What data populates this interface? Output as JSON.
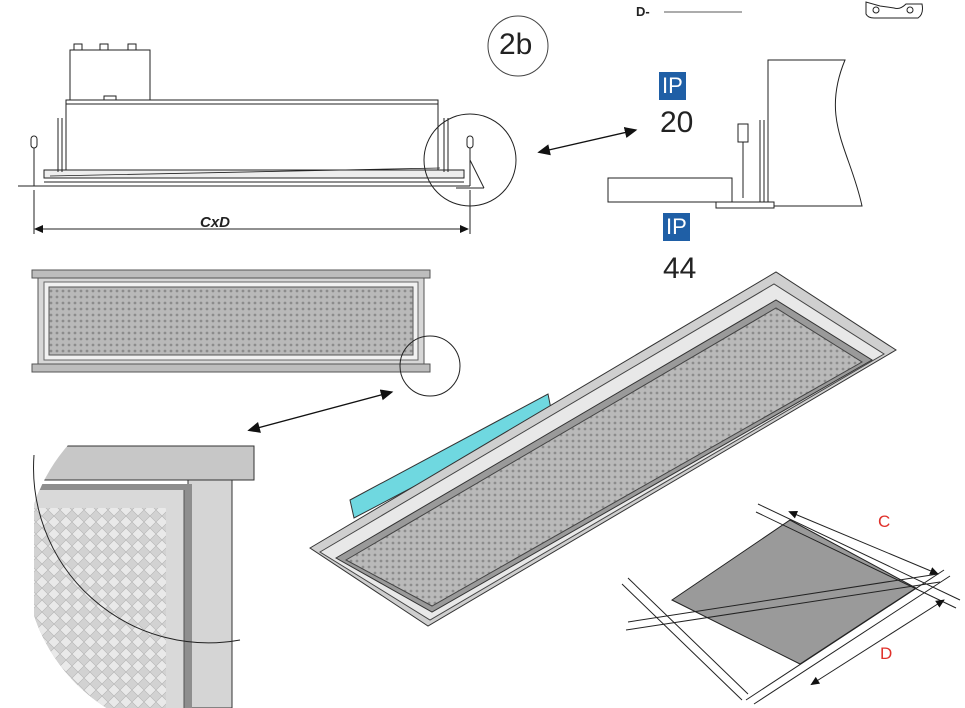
{
  "header": {
    "d_label": "D-"
  },
  "step_label": "2b",
  "ip_ratings": [
    {
      "badge": "IP",
      "value": "20"
    },
    {
      "badge": "IP",
      "value": "44"
    }
  ],
  "dimension_label": "CxD",
  "grid_labels": {
    "c": "C",
    "d": "D"
  },
  "colors": {
    "ip_badge": "#1f5fa6",
    "seal_strip": "#6fd8e0",
    "dimension_red": "#e0302a",
    "panel_gray": "#9a9a9a"
  },
  "icons": [
    "clip-icon"
  ]
}
